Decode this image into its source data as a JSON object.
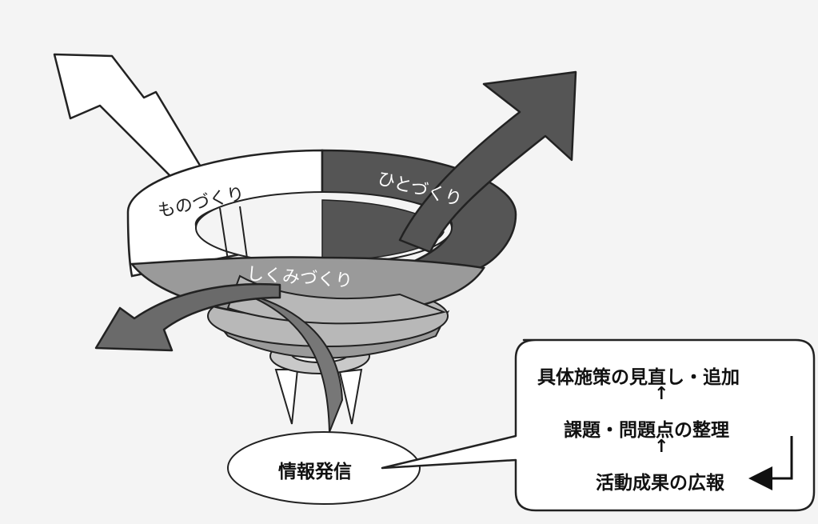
{
  "ring": {
    "label_mono": "ものづくり",
    "label_hito": "ひとづくり",
    "label_shikumi": "しくみづくり"
  },
  "source": {
    "label": "情報発信"
  },
  "callout": {
    "line1": "具体施策の見直し・追加",
    "arrow1": "↑",
    "line2": "課題・問題点の整理",
    "arrow2": "↑",
    "line3": "活動成果の広報"
  }
}
